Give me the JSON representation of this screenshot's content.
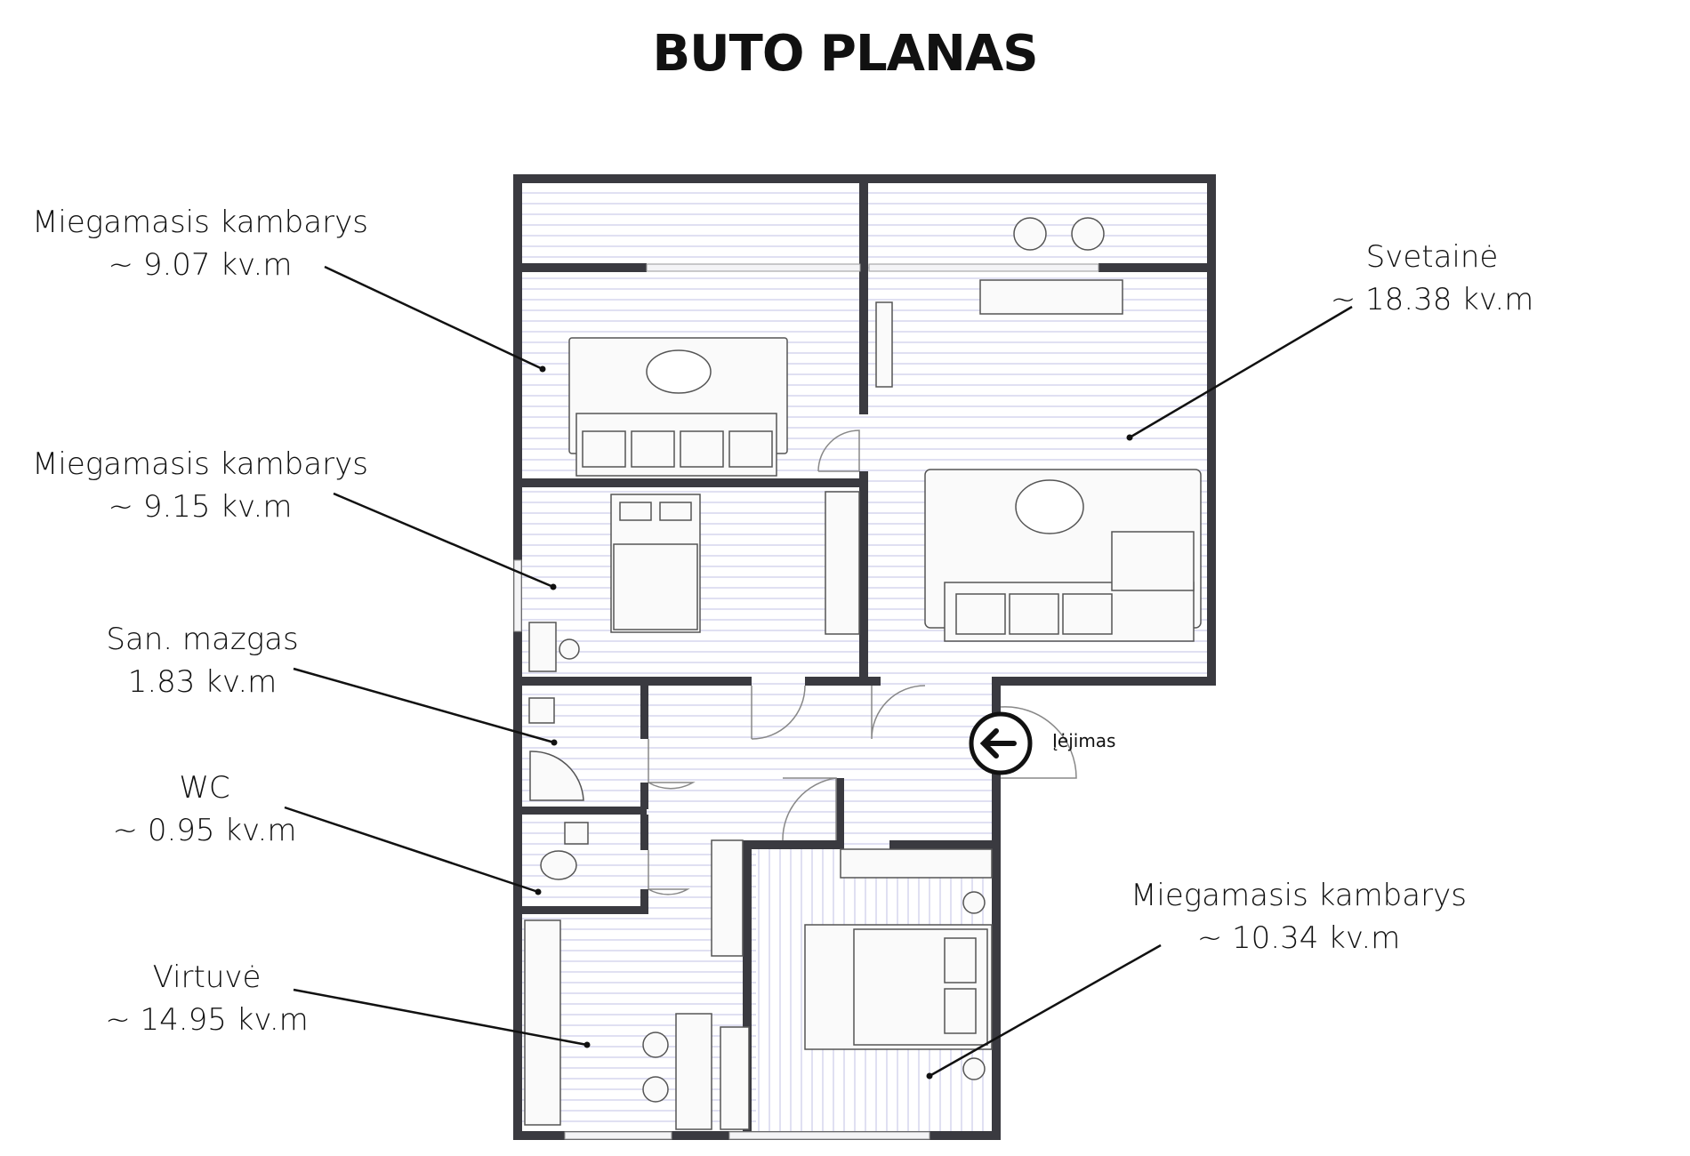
{
  "title": "BUTO PLANAS",
  "entry_label": "Įėjimas",
  "rooms": [
    {
      "name": "Miegamasis kambarys",
      "area": "~ 9.07 kv.m"
    },
    {
      "name": "Miegamasis kambarys",
      "area": "~ 9.15 kv.m"
    },
    {
      "name": "San. mazgas",
      "area": "1.83 kv.m"
    },
    {
      "name": "WC",
      "area": "~ 0.95 kv.m"
    },
    {
      "name": "Virtuvė",
      "area": "~ 14.95 kv.m"
    },
    {
      "name": "Svetainė",
      "area": "~ 18.38 kv.m"
    },
    {
      "name": "Miegamasis kambarys",
      "area": "~ 10.34 kv.m"
    }
  ],
  "colors": {
    "wall": "#3a3a40",
    "floor_stripe": "#dcdcf0",
    "line": "#111111"
  }
}
